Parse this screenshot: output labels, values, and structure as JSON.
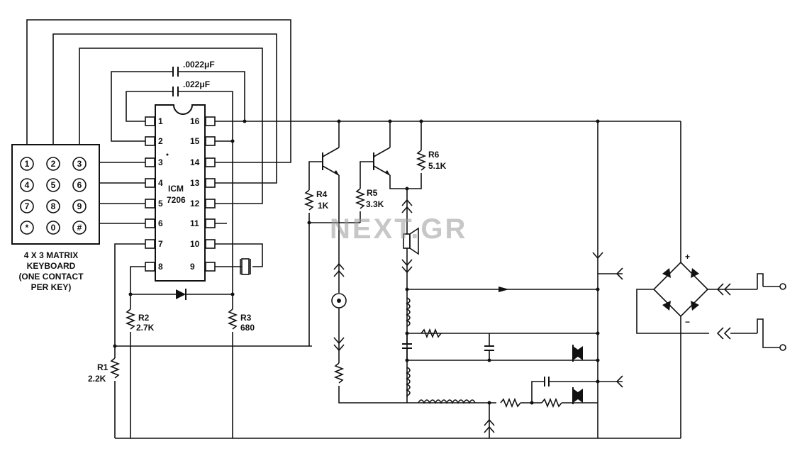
{
  "keyboard": {
    "keys": [
      "1",
      "2",
      "3",
      "4",
      "5",
      "6",
      "7",
      "8",
      "9",
      "*",
      "0",
      "#"
    ],
    "caption": [
      "4 X 3 MATRIX",
      "KEYBOARD",
      "(ONE CONTACT",
      "PER KEY)"
    ]
  },
  "ic": {
    "name": "ICM",
    "part": "7206",
    "left_pins": [
      "1",
      "2",
      "3",
      "4",
      "5",
      "6",
      "7",
      "8"
    ],
    "right_pins": [
      "16",
      "15",
      "14",
      "13",
      "12",
      "11",
      "10",
      "9"
    ]
  },
  "caps": {
    "c1": ".0022μF",
    "c2": ".022μF"
  },
  "resistors": {
    "r1": {
      "name": "R1",
      "value": "2.2K"
    },
    "r2": {
      "name": "R2",
      "value": "2.7K"
    },
    "r3": {
      "name": "R3",
      "value": "680"
    },
    "r4": {
      "name": "R4",
      "value": "1K"
    },
    "r5": {
      "name": "R5",
      "value": "3.3K"
    },
    "r6": {
      "name": "R6",
      "value": "5.1K"
    }
  },
  "bridge": {
    "plus": "+",
    "minus": "−"
  },
  "watermark": "NEXT.GR"
}
